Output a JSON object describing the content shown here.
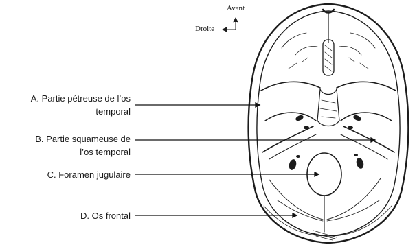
{
  "orientation": {
    "front": "Avant",
    "right": "Droite"
  },
  "labels": {
    "a_line1": "A. Partie pétreuse de l’os",
    "a_line2": "temporal",
    "b_line1": "B. Partie squameuse de",
    "b_line2": "l’os temporal",
    "c": "C. Foramen jugulaire",
    "d": "D. Os frontal"
  }
}
